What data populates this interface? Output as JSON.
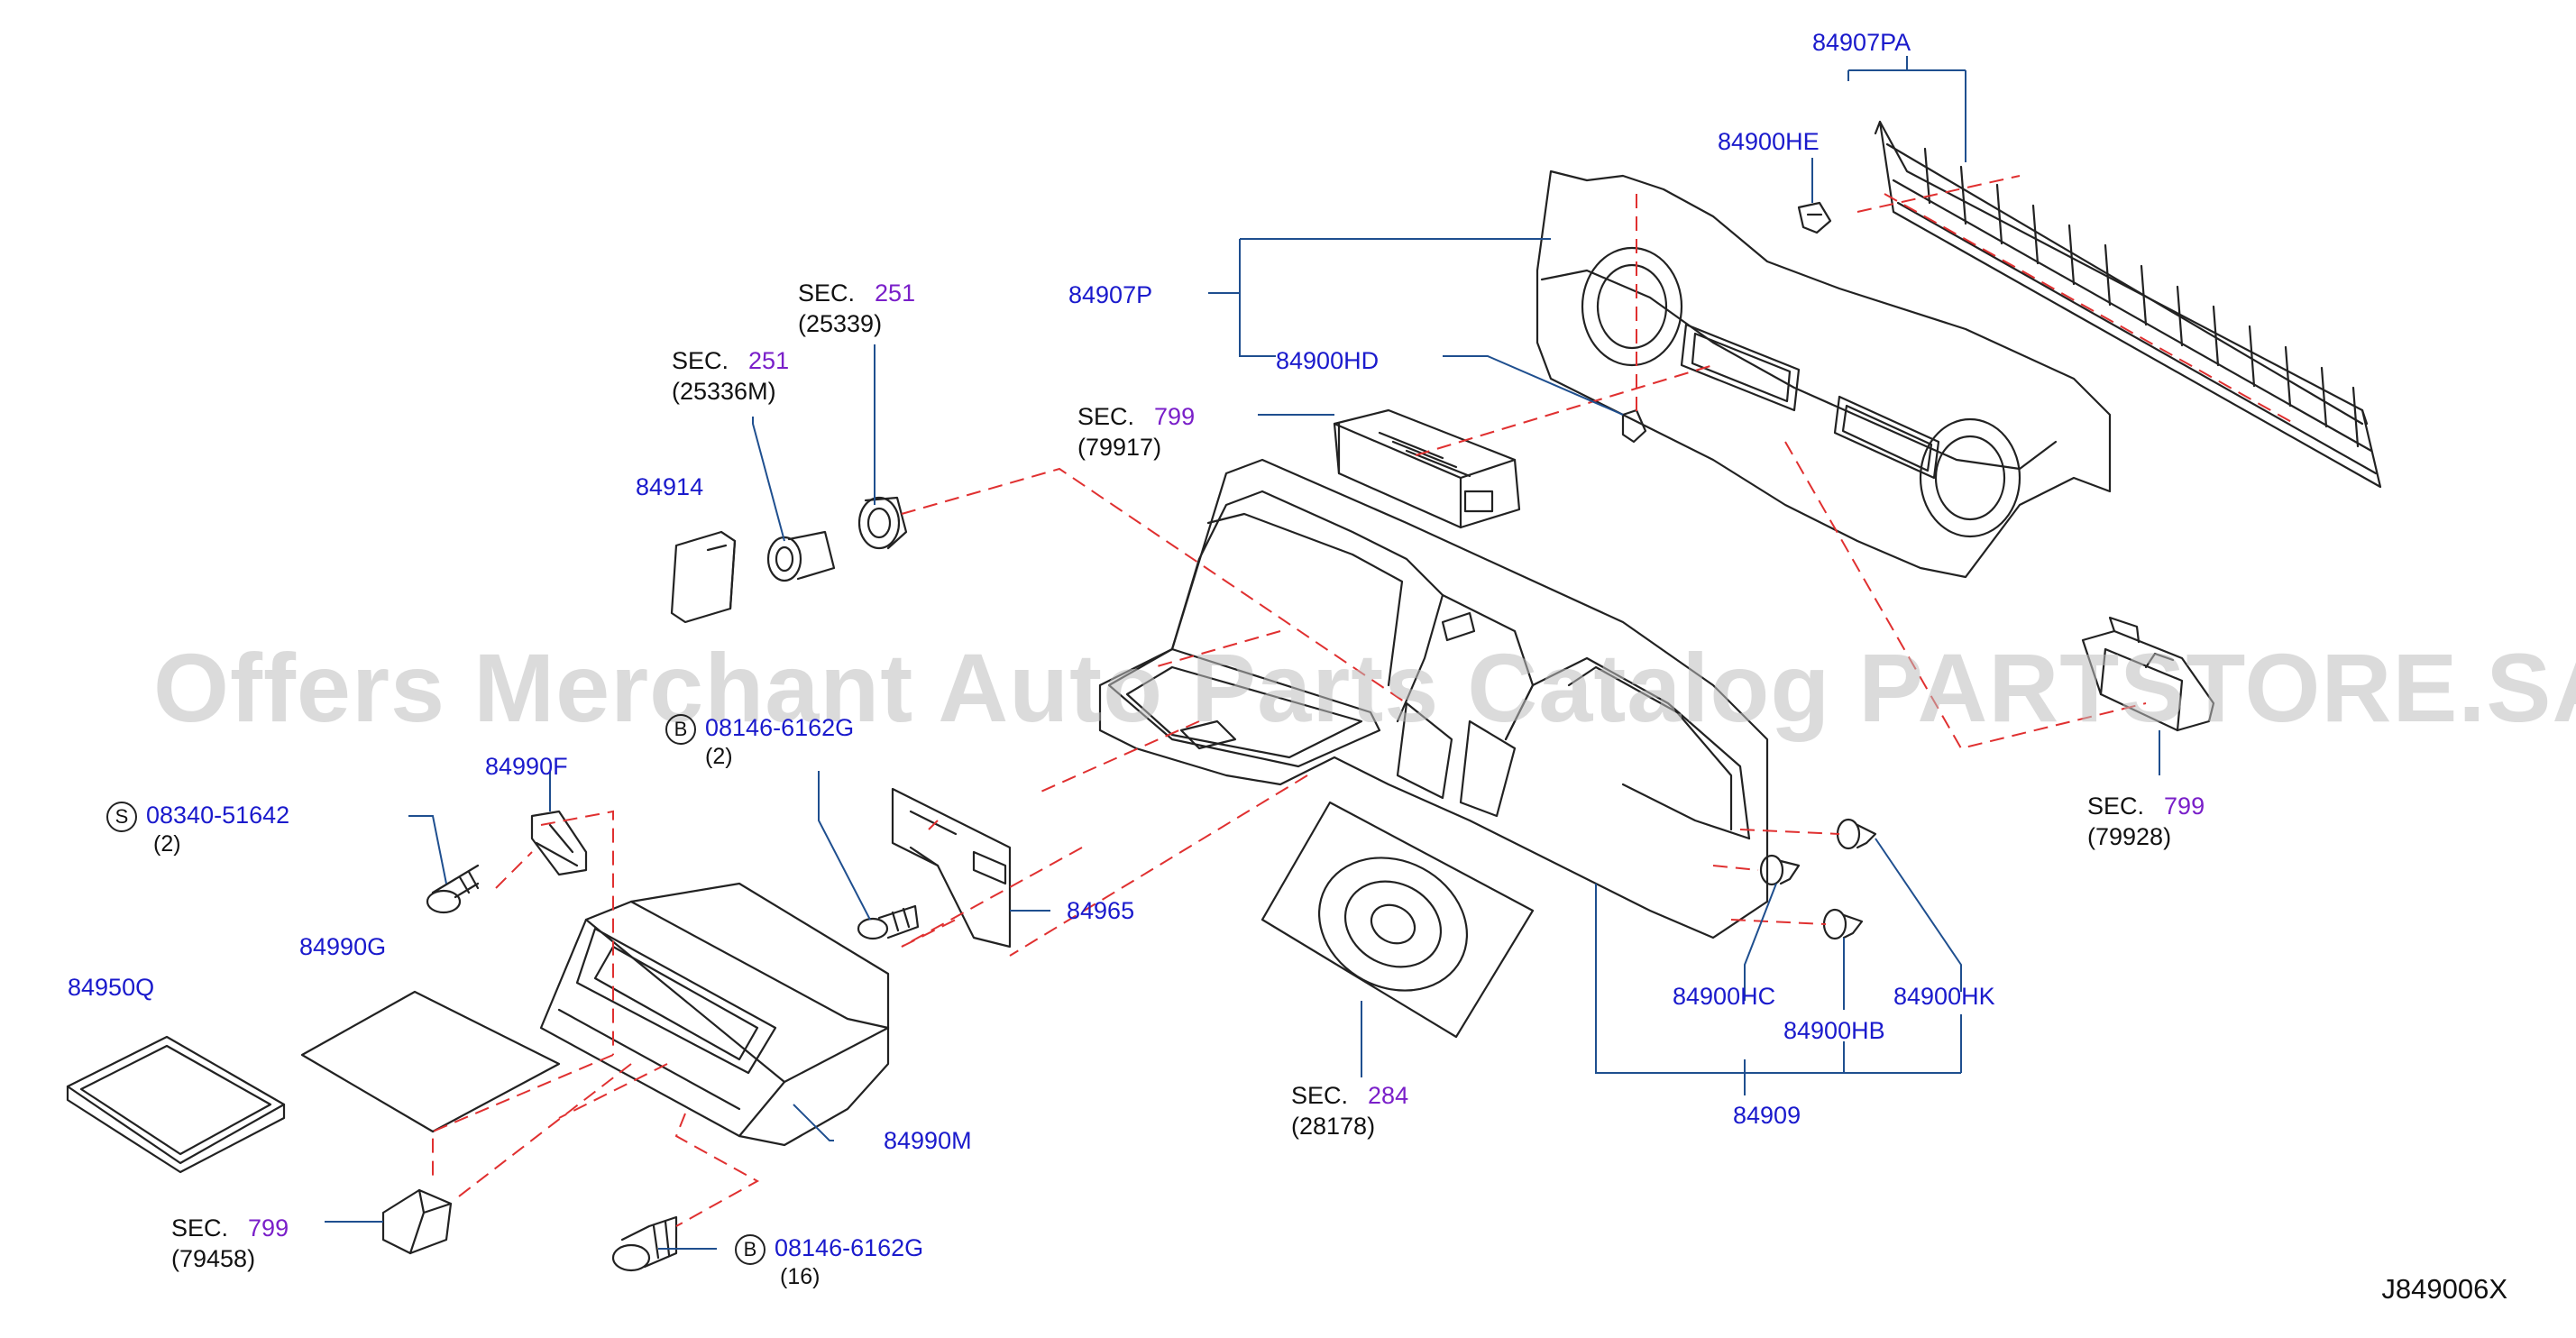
{
  "watermark": "Offers Merchant Auto Parts Catalog PARTSTORE.SA",
  "diagram_code": "J849006X",
  "colors": {
    "part_number": "#1a1acc",
    "section_number": "#7a1fc9",
    "leader": "#1f4f8f",
    "dash": "#e03030",
    "outline": "#222222"
  },
  "parts": {
    "p84907PA": "84907PA",
    "p84900HE": "84900HE",
    "p84907P": "84907P",
    "p84900HD": "84900HD",
    "p84914": "84914",
    "p84990F": "84990F",
    "p84965": "84965",
    "p84990G": "84990G",
    "p84950Q": "84950Q",
    "p84990M": "84990M",
    "p84900HC": "84900HC",
    "p84900HB": "84900HB",
    "p84900HK": "84900HK",
    "p84909": "84909"
  },
  "sections": {
    "sec_word": "SEC.",
    "s251a": {
      "num": "251",
      "ref": "(25339)"
    },
    "s251b": {
      "num": "251",
      "ref": "(25336M)"
    },
    "s799a": {
      "num": "799",
      "ref": "(79917)"
    },
    "s799b": {
      "num": "799",
      "ref": "(79928)"
    },
    "s284": {
      "num": "284",
      "ref": "(28178)"
    },
    "s799c": {
      "num": "799",
      "ref": "(79458)"
    }
  },
  "fasteners": {
    "bolt_top": {
      "symbol": "B",
      "part": "08146-6162G",
      "qty": "(2)"
    },
    "screw_s": {
      "symbol": "S",
      "part": "08340-51642",
      "qty": "(2)"
    },
    "bolt_bottom": {
      "symbol": "B",
      "part": "08146-6162G",
      "qty": "(16)"
    }
  }
}
